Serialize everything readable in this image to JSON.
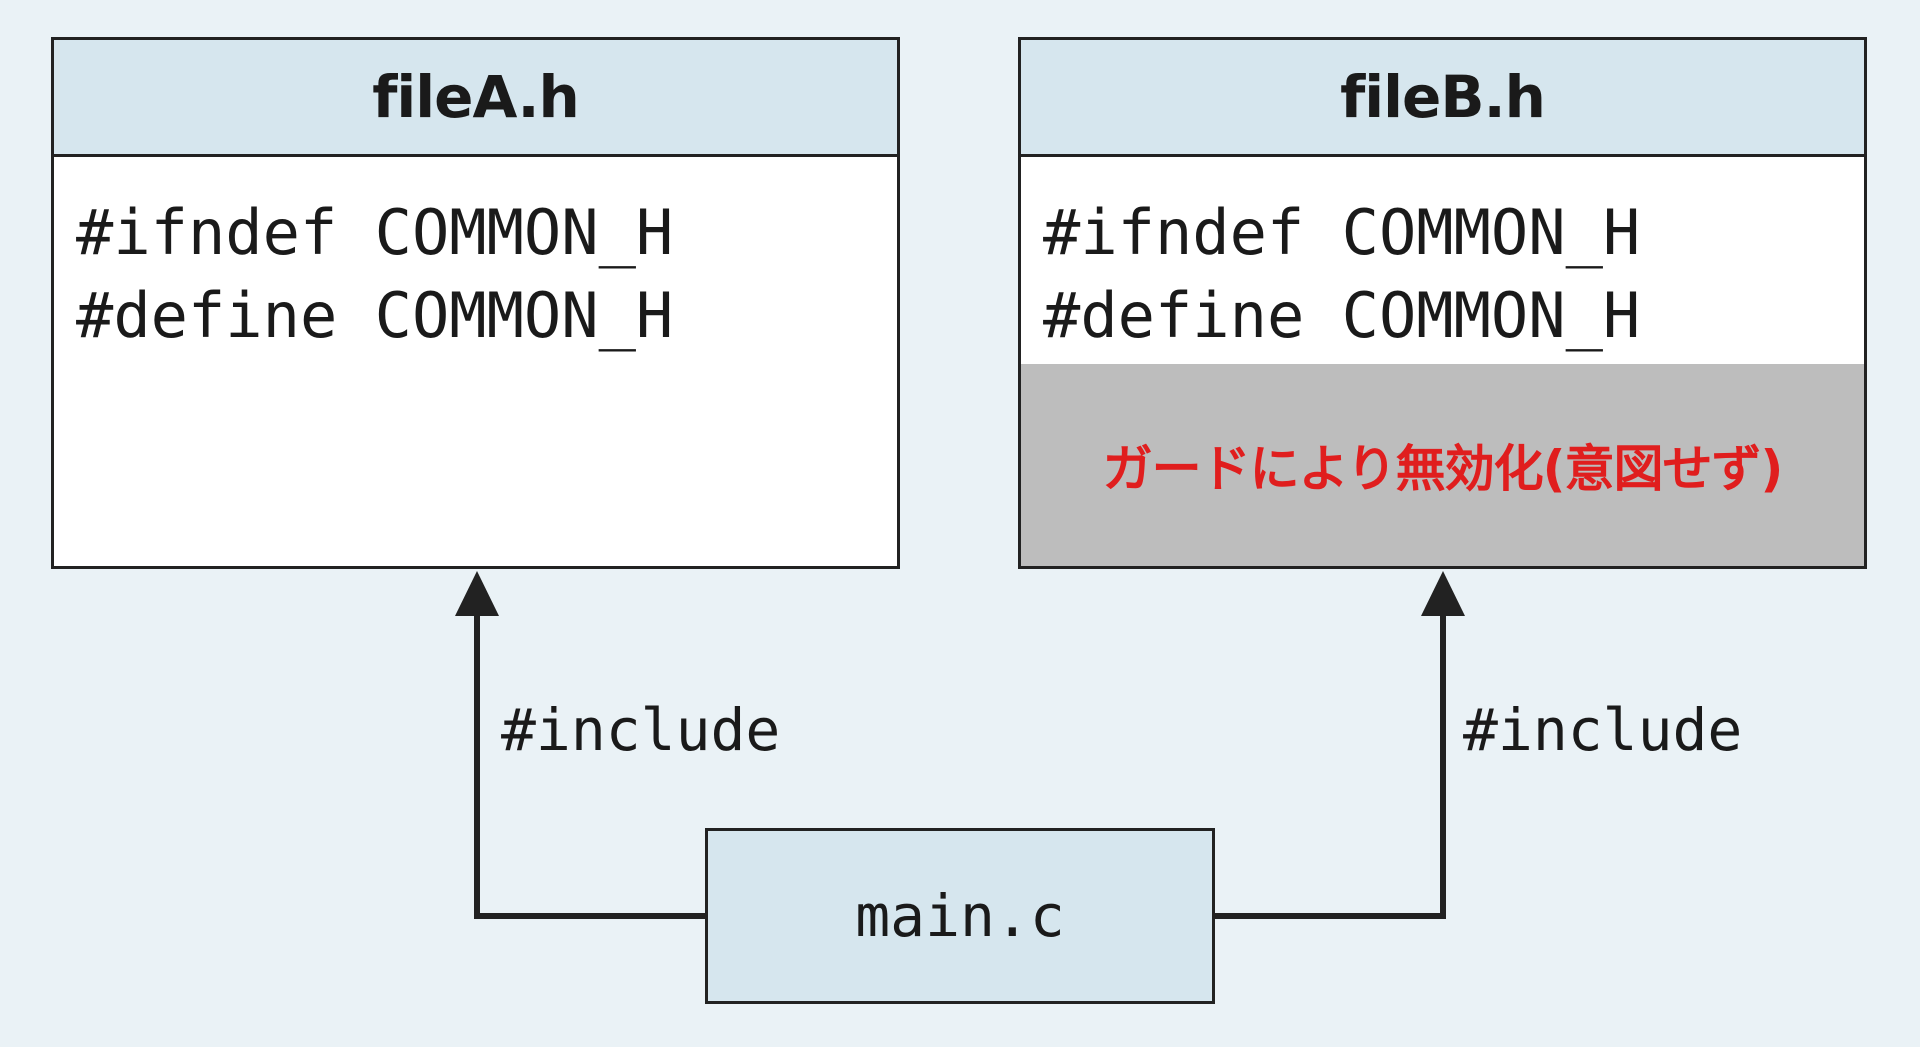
{
  "file_a": {
    "title": "fileA.h",
    "lines": [
      "#ifndef COMMON_H",
      "#define COMMON_H"
    ]
  },
  "file_b": {
    "title": "fileB.h",
    "lines": [
      "#ifndef COMMON_H",
      "#define COMMON_H"
    ],
    "disabled_note": "ガードにより無効化(意図せず)"
  },
  "main": {
    "label": "main.c"
  },
  "edges": {
    "to_a_label": "#include",
    "to_b_label": "#include"
  },
  "colors": {
    "background": "#eaf2f6",
    "header_fill": "#d6e6ee",
    "disabled_fill": "#bdbdbd",
    "disabled_text": "#e01e1e",
    "stroke": "#222222"
  }
}
